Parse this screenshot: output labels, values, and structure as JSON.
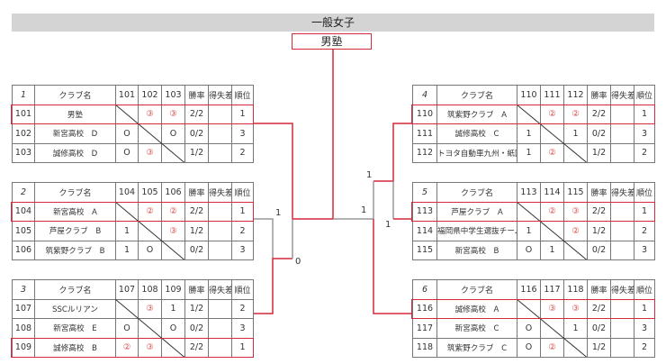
{
  "title": "一般女子",
  "winner": "男塾",
  "header_labels": {
    "club": "クラブ名",
    "rate": "勝率",
    "diff": "得失差",
    "rank": "順位"
  },
  "colors": {
    "accent": "#d42a3a",
    "win_mark": "#d9534f"
  },
  "bracket_scores": [
    "1",
    "0",
    "1",
    "1",
    "1"
  ],
  "groups": [
    {
      "number": "1",
      "cols": [
        "101",
        "102",
        "103"
      ],
      "winner_row": 0,
      "rows": [
        {
          "id": "101",
          "name": "男塾",
          "results": [
            "",
            "③",
            "③"
          ],
          "rate": "2/2",
          "diff": "",
          "rank": "1"
        },
        {
          "id": "102",
          "name": "新宮高校　D",
          "results": [
            "O",
            "",
            "O"
          ],
          "rate": "0/2",
          "diff": "",
          "rank": "3"
        },
        {
          "id": "103",
          "name": "誠修高校　D",
          "results": [
            "O",
            "③",
            ""
          ],
          "rate": "1/2",
          "diff": "",
          "rank": "2"
        }
      ]
    },
    {
      "number": "2",
      "cols": [
        "104",
        "105",
        "106"
      ],
      "winner_row": 0,
      "rows": [
        {
          "id": "104",
          "name": "新宮高校　A",
          "results": [
            "",
            "②",
            "②"
          ],
          "rate": "2/2",
          "diff": "",
          "rank": "1"
        },
        {
          "id": "105",
          "name": "芦屋クラブ　B",
          "results": [
            "1",
            "",
            "③"
          ],
          "rate": "1/2",
          "diff": "",
          "rank": "2"
        },
        {
          "id": "106",
          "name": "筑紫野クラブ　B",
          "results": [
            "1",
            "O",
            ""
          ],
          "rate": "0/2",
          "diff": "",
          "rank": "3"
        }
      ]
    },
    {
      "number": "3",
      "cols": [
        "107",
        "108",
        "109"
      ],
      "winner_row": 2,
      "rows": [
        {
          "id": "107",
          "name": "SSCルリアン",
          "results": [
            "",
            "③",
            "1"
          ],
          "rate": "1/2",
          "diff": "",
          "rank": "2"
        },
        {
          "id": "108",
          "name": "新宮高校　E",
          "results": [
            "O",
            "",
            "O"
          ],
          "rate": "0/2",
          "diff": "",
          "rank": "3"
        },
        {
          "id": "109",
          "name": "誠修高校　B",
          "results": [
            "②",
            "③",
            ""
          ],
          "rate": "2/2",
          "diff": "",
          "rank": "1"
        }
      ]
    },
    {
      "number": "4",
      "cols": [
        "110",
        "111",
        "112"
      ],
      "winner_row": 0,
      "rows": [
        {
          "id": "110",
          "name": "筑紫野クラブ　A",
          "results": [
            "",
            "②",
            "②"
          ],
          "rate": "2/2",
          "diff": "",
          "rank": "1"
        },
        {
          "id": "111",
          "name": "誠修高校　C",
          "results": [
            "1",
            "",
            "1"
          ],
          "rate": "0/2",
          "diff": "",
          "rank": "3"
        },
        {
          "id": "112",
          "name": "トヨタ自動車九州・紙園",
          "results": [
            "1",
            "②",
            ""
          ],
          "rate": "1/2",
          "diff": "",
          "rank": "2"
        }
      ]
    },
    {
      "number": "5",
      "cols": [
        "113",
        "114",
        "115"
      ],
      "winner_row": 0,
      "rows": [
        {
          "id": "113",
          "name": "芦屋クラブ　A",
          "results": [
            "",
            "②",
            "③"
          ],
          "rate": "2/2",
          "diff": "",
          "rank": "1"
        },
        {
          "id": "114",
          "name": "福岡県中学生選抜チーム",
          "results": [
            "1",
            "",
            "②"
          ],
          "rate": "1/2",
          "diff": "",
          "rank": "2"
        },
        {
          "id": "115",
          "name": "新宮高校　B",
          "results": [
            "O",
            "1",
            ""
          ],
          "rate": "0/2",
          "diff": "",
          "rank": "3"
        }
      ]
    },
    {
      "number": "6",
      "cols": [
        "116",
        "117",
        "118"
      ],
      "winner_row": 0,
      "rows": [
        {
          "id": "116",
          "name": "誠修高校　A",
          "results": [
            "",
            "③",
            "③"
          ],
          "rate": "2/2",
          "diff": "",
          "rank": "1"
        },
        {
          "id": "117",
          "name": "新宮高校　C",
          "results": [
            "O",
            "",
            "1"
          ],
          "rate": "0/2",
          "diff": "",
          "rank": "3"
        },
        {
          "id": "118",
          "name": "筑紫野クラブ　C",
          "results": [
            "O",
            "②",
            ""
          ],
          "rate": "1/2",
          "diff": "",
          "rank": "2"
        }
      ]
    }
  ]
}
